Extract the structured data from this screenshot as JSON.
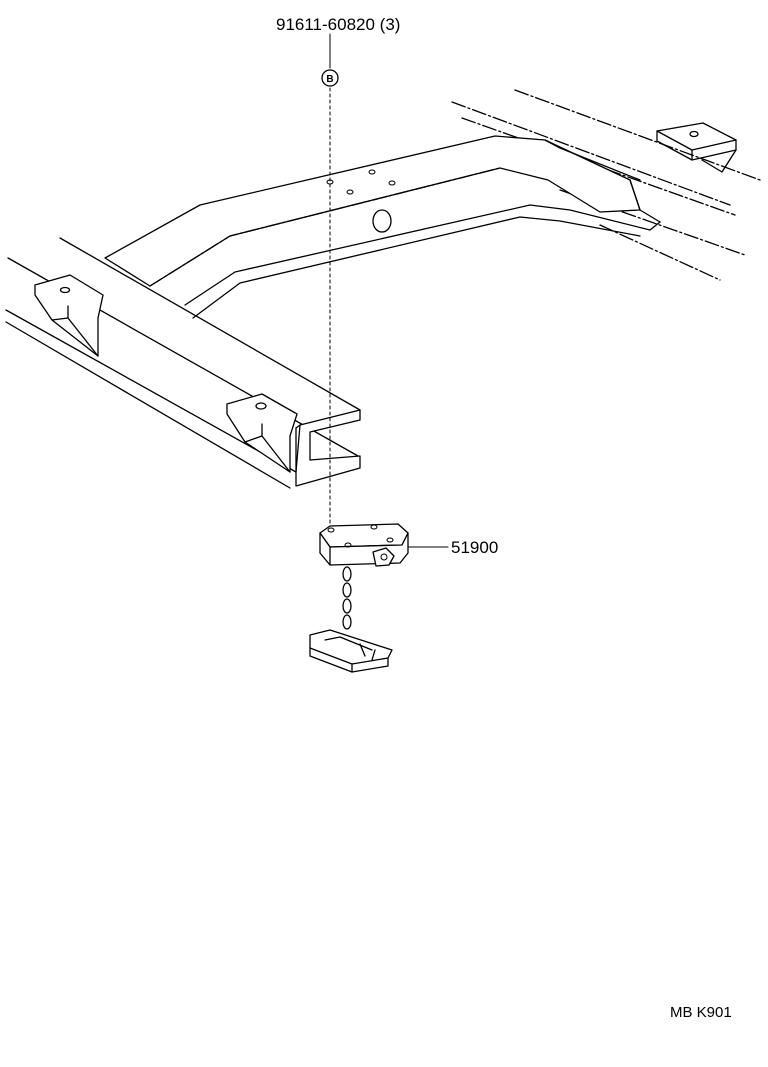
{
  "diagram": {
    "callouts": {
      "bolt_part": "91611-60820 (3)",
      "bolt_symbol": "B",
      "carrier_part": "51900"
    },
    "footer_code": "MB K901"
  }
}
